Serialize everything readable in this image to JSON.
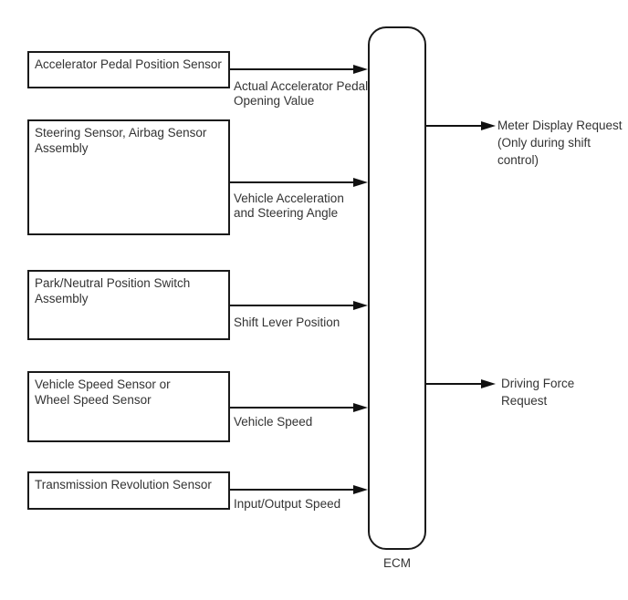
{
  "diagram": {
    "title": "ECM signal flow diagram",
    "ecm_label": "ECM",
    "colors": {
      "line": "#111111",
      "box_border": "#1a1a1a",
      "text": "#333333",
      "background": "#ffffff"
    },
    "inputs": [
      {
        "source": "Accelerator Pedal Position Sensor",
        "signal": "Actual Accelerator Pedal\nOpening Value"
      },
      {
        "source": "Steering Sensor, Airbag Sensor\nAssembly",
        "signal": "Vehicle Acceleration\nand Steering Angle"
      },
      {
        "source": "Park/Neutral Position Switch\nAssembly",
        "signal": "Shift Lever Position"
      },
      {
        "source": "Vehicle Speed Sensor or\nWheel Speed Sensor",
        "signal": "Vehicle Speed"
      },
      {
        "source": "Transmission Revolution Sensor",
        "signal": "Input/Output Speed"
      }
    ],
    "outputs": [
      {
        "label": "Meter Display Request\n(Only during shift\ncontrol)"
      },
      {
        "label": "Driving Force\nRequest"
      }
    ]
  }
}
